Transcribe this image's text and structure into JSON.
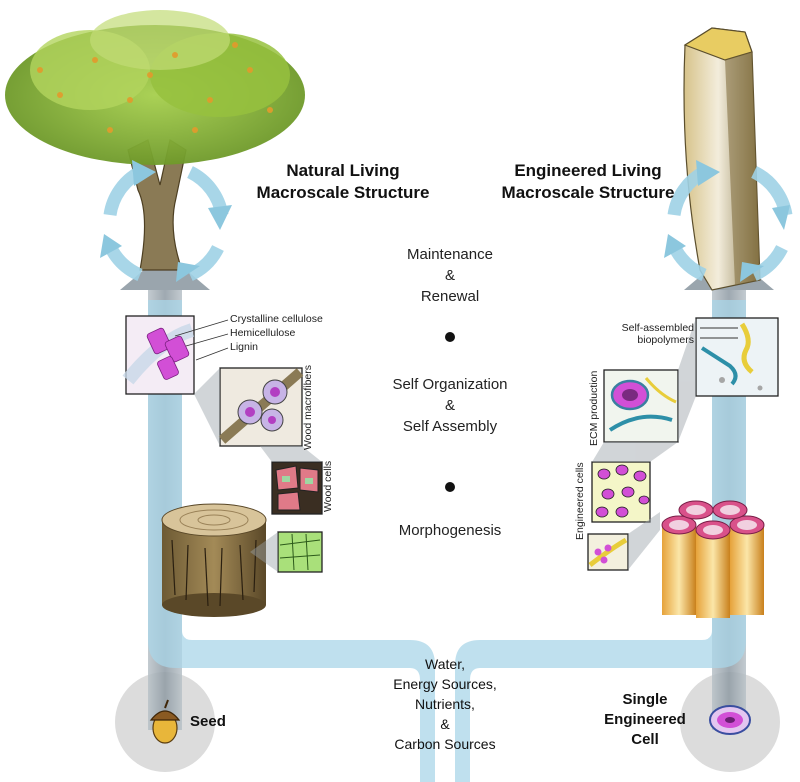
{
  "natural": {
    "heading_line1": "Natural Living",
    "heading_line2": "Macroscale Structure",
    "source_label": "Seed",
    "labels": {
      "crystalline": "Crystalline cellulose",
      "hemicellulose": "Hemicellulose",
      "lignin": "Lignin",
      "macrofibers": "Wood macrofibers",
      "cells": "Wood cells"
    }
  },
  "engineered": {
    "heading_line1": "Engineered Living",
    "heading_line2": "Macroscale Structure",
    "source_line1": "Single",
    "source_line2": "Engineered",
    "source_line3": "Cell",
    "labels": {
      "biopolymers_line1": "Self-assembled",
      "biopolymers_line2": "biopolymers",
      "ecm": "ECM production",
      "cells": "Engineered cells"
    }
  },
  "stages": {
    "maintenance_line1": "Maintenance",
    "maintenance_line2": "&",
    "maintenance_line3": "Renewal",
    "self_org_line1": "Self Organization",
    "self_org_line2": "&",
    "self_org_line3": "Self Assembly",
    "morphogenesis": "Morphogenesis"
  },
  "resources": {
    "line1": "Water,",
    "line2": "Energy Sources,",
    "line3": "Nutrients,",
    "line4": "&",
    "line5": "Carbon Sources"
  },
  "colors": {
    "arrow_blue": "#a9d6e8",
    "arrow_dark": "#7fbcd6",
    "trunk_grey": "#9aa5ad",
    "cellulose_magenta": "#d24fd6",
    "leaf_green": "#8fbf3a"
  }
}
